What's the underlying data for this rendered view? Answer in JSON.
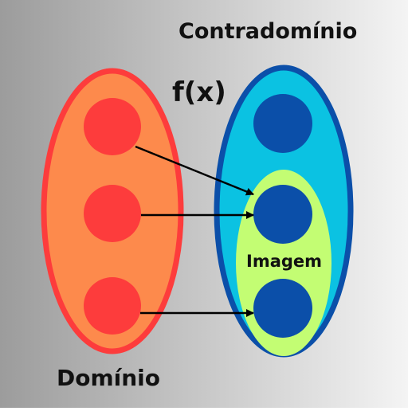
{
  "labels": {
    "codomain": "Contradomínio",
    "function": "f(x)",
    "image": "Imagem",
    "domain": "Domínio"
  },
  "colors": {
    "background_left": "#9c9c9c",
    "background_right": "#f4f4f4",
    "domain_fill": "#fd8a4c",
    "domain_stroke": "#fd3c3c",
    "domain_point": "#fd3c3c",
    "codomain_fill": "#0bc2e2",
    "codomain_stroke": "#0b4fa9",
    "codomain_point": "#0b4fa9",
    "image_fill": "#c3fd73",
    "arrow": "#000000"
  },
  "mapping": [
    {
      "from": "domain-point-1",
      "to": "codomain-point-2"
    },
    {
      "from": "domain-point-2",
      "to": "codomain-point-2"
    },
    {
      "from": "domain-point-3",
      "to": "codomain-point-3"
    }
  ]
}
